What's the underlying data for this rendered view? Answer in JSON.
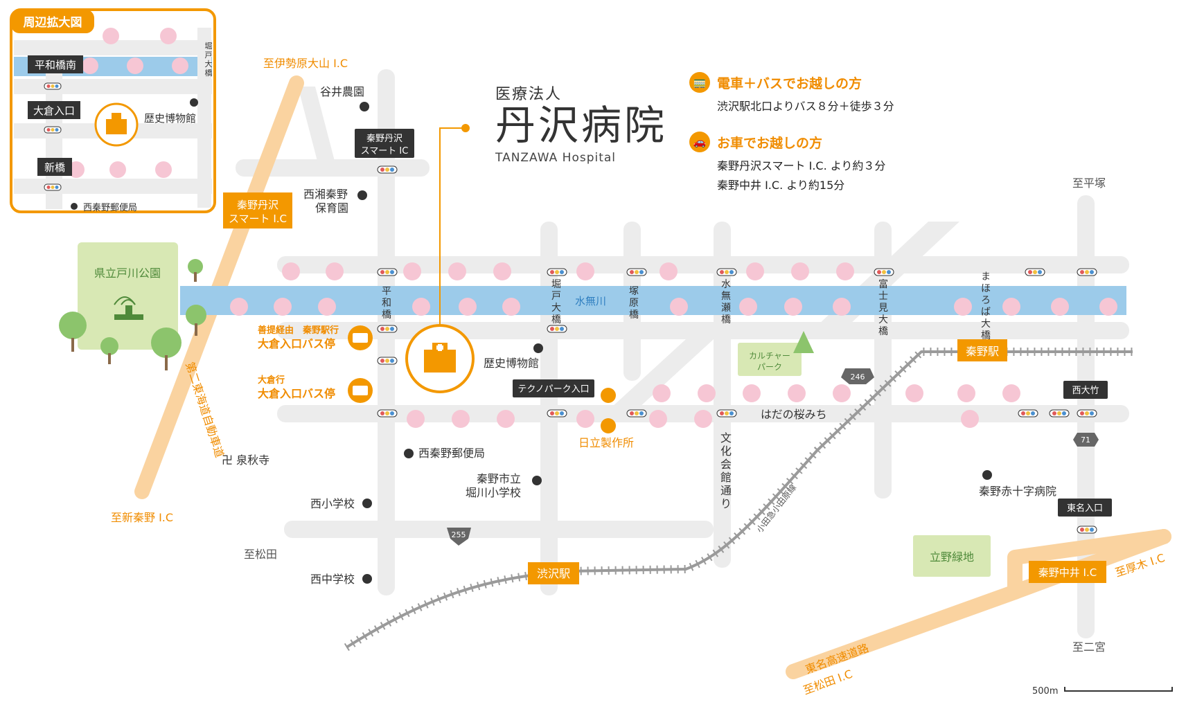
{
  "title": {
    "corp": "医療法人",
    "name": "丹沢病院",
    "english": "TANZAWA Hospital"
  },
  "access": {
    "train_bus": {
      "heading": "電車＋バスでお越しの方",
      "detail": "渋沢駅北口よりバス８分＋徒歩３分",
      "icon": "train-icon"
    },
    "car": {
      "heading": "お車でお越しの方",
      "detail_1": "秦野丹沢スマート I.C. より約３分",
      "detail_2": "秦野中井 I.C. より約15分",
      "icon": "car-icon"
    }
  },
  "inset": {
    "title": "周辺拡大図",
    "labels": {
      "heiwa_minami": "平和橋南",
      "okura_iriguchi": "大倉入口",
      "shinbashi": "新橋",
      "museum": "歴史博物館",
      "post_office": "西秦野郵便局",
      "horido_bridge": "堀戸大橋"
    }
  },
  "places": {
    "to_isehara": "至伊勢原大山 I.C",
    "to_shinhadano": "至新秦野 I.C",
    "to_hiratsuka": "至平塚",
    "to_matsuda_w": "至松田",
    "to_ninomiya": "至二宮",
    "to_atsugi": "至厚木 I.C",
    "to_matsuda_ic": "至松田 I.C",
    "yatsui_farm": "谷井農園",
    "hadano_tanzawa_smart_ic_box": "秦野丹沢\nスマート IC",
    "hadano_tanzawa_smart_ic_orange": "秦野丹沢\nスマート I.C",
    "seisho_nursery": "西湘秦野\n保育園",
    "tokawa_park": "県立戸川公園",
    "heiwa_bridge": "平和橋",
    "horido_ohashi": "堀戸大橋",
    "mizunashi_river": "水無川",
    "tsukahara_bridge": "塚原橋",
    "mizunashise_bridge": "水無瀬橋",
    "fujimi_ohashi": "富士見大橋",
    "mahoroba_ohashi": "まほろば大橋",
    "culture_park": "カルチャー\nパーク",
    "hadano_station": "秦野駅",
    "bus_stop_1_sub": "善提経由　秦野駅行",
    "bus_stop_1_main": "大倉入口バス停",
    "bus_stop_2_sub": "大倉行",
    "bus_stop_2_main": "大倉入口バス停",
    "museum": "歴史博物館",
    "technopark": "テクノパーク入口",
    "hitachi": "日立製作所",
    "hadano_sakura_road": "はだの桜みち",
    "nishi_otake": "西大竹",
    "sensyuji": "卍 泉秋寺",
    "nishihadano_post": "西秦野郵便局",
    "horikawa_school": "秦野市立\n堀川小学校",
    "nishi_elementary": "西小学校",
    "nishi_junior": "西中学校",
    "bunka_kaikan_dori": "文化会館通り",
    "odakyu_line": "小田急小田原線",
    "red_cross": "秦野赤十字病院",
    "tomei_iriguchi": "東名入口",
    "tateno_ryokuchi": "立野緑地",
    "hadano_nakai_ic": "秦野中井 I.C",
    "tomei_expressway": "東名高速道路",
    "shibusawa_station": "渋沢駅",
    "second_tokai": "第二東海道自動車道",
    "route_246": "246",
    "route_255": "255",
    "route_71": "71",
    "scale": "500m"
  },
  "colors": {
    "orange": "#f39800",
    "road": "#ececec",
    "river": "#9ccbea",
    "park": "#d8e8b4",
    "expressway": "#fad3a0",
    "label_box": "#333333"
  }
}
